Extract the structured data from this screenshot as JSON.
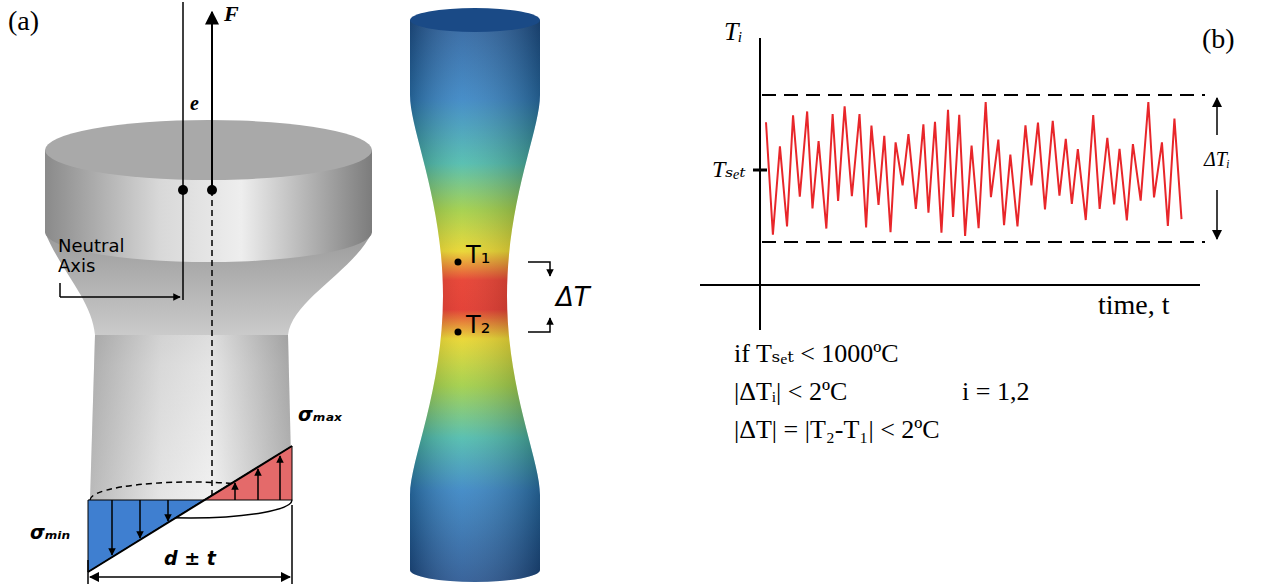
{
  "diagram": {
    "labels": [
      "(a)",
      "F",
      "e",
      "Neutral Axis",
      "σₘₐₓ",
      "σₘᵢₙ",
      "d ± t",
      "T₁",
      "T₂",
      "ΔT",
      "Tᵢ",
      "(b)",
      "Tₛₑₜ",
      "ΔTᵢ",
      "time, t",
      "if Tₛₑₜ < 1000ºC",
      "|ΔTᵢ| < 2ºC",
      "i = 1,2",
      "|ΔT| = |T₂-T₁| < 2ºC"
    ]
  }
}
